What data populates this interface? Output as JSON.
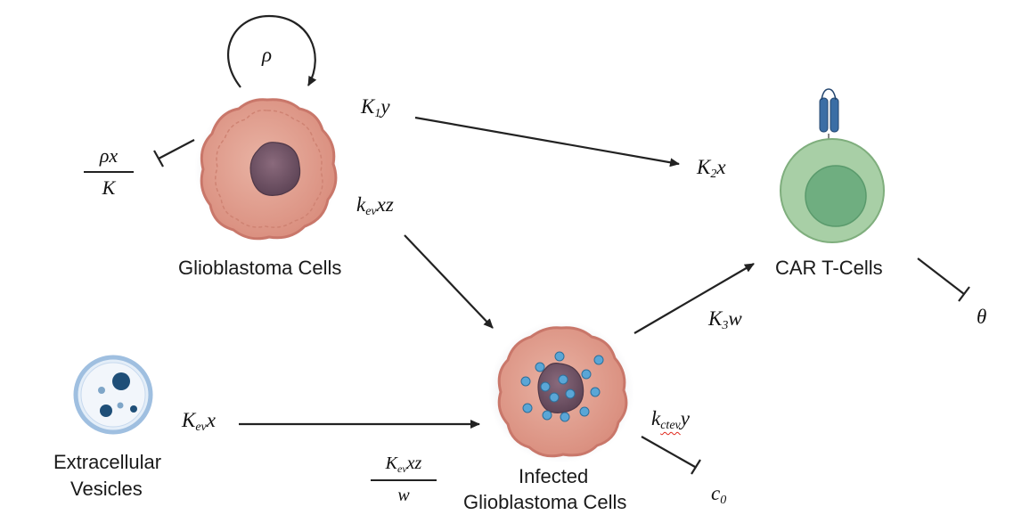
{
  "nodes": {
    "glioblastoma": "Glioblastoma Cells",
    "car_t": "CAR T-Cells",
    "vesicles_line1": "Extracellular",
    "vesicles_line2": "Vesicles",
    "infected_line1": "Infected",
    "infected_line2": "Glioblastoma Cells"
  },
  "rates": {
    "rho": "ρ",
    "k1y_base": "K",
    "k1y_sub": "1",
    "k1y_var": "y",
    "k2x_base": "K",
    "k2x_sub": "2",
    "k2x_var": "x",
    "kevxz_base": "k",
    "kevxz_sub": "ev",
    "kevxz_var": "xz",
    "k3w_base": "K",
    "k3w_sub": "3",
    "k3w_var": "w",
    "kevx_base": "K",
    "kevx_sub": "ev",
    "kevx_var": "x",
    "kctev_base": "k",
    "kctev_sub": "ctev",
    "kctev_var": "y",
    "theta": "θ",
    "c0_base": "c",
    "c0_sub": "0"
  },
  "fractions": {
    "logistic_num": "ρx",
    "logistic_den": "K",
    "infection_num_base": "K",
    "infection_num_sub": "ev",
    "infection_num_var": "xz",
    "infection_den": "w"
  },
  "colors": {
    "cell_membrane": "#d9897a",
    "cell_body": "#e8a595",
    "nucleus": "#7a5d6e",
    "tcell_outer": "#a8cfa6",
    "tcell_inner": "#6fae80",
    "receptor": "#3b6ea5",
    "vesicle_ring": "#9fbfe0",
    "vesicle_dot": "#1f4f78",
    "infection_dot": "#5aa6d6"
  }
}
